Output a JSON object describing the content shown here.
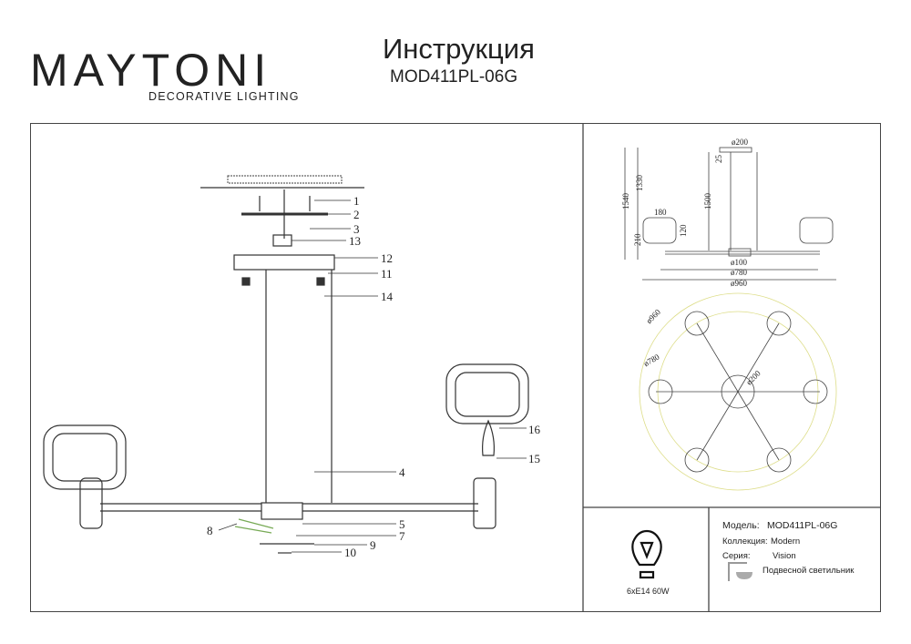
{
  "brand": {
    "name": "MAYTONI",
    "tagline": "DECORATIVE LIGHTING"
  },
  "header": {
    "title": "Инструкция",
    "model": "MOD411PL-06G"
  },
  "assembly": {
    "callouts": [
      "1",
      "2",
      "3",
      "13",
      "12",
      "11",
      "14",
      "16",
      "15",
      "4",
      "5",
      "7",
      "8",
      "9",
      "10"
    ]
  },
  "dimensions": {
    "d200": "ø200",
    "h25": "25",
    "h1330": "1330",
    "h1540": "1540",
    "h1500": "1500",
    "w180": "180",
    "h120": "120",
    "h210": "210",
    "d100": "ø100",
    "d780": "ø780",
    "d960": "ø960"
  },
  "plan": {
    "d960": "ø960",
    "d780": "ø780",
    "d200": "ø200"
  },
  "bulb": {
    "spec": "6xE14 60W"
  },
  "info": {
    "model_label": "Модель:",
    "model_value": "MOD411PL-06G",
    "collection_label": "Коллекция:",
    "collection_value": "Modern",
    "series_label": "Серия:",
    "series_value": "Vision",
    "type": "Подвесной светильник"
  }
}
